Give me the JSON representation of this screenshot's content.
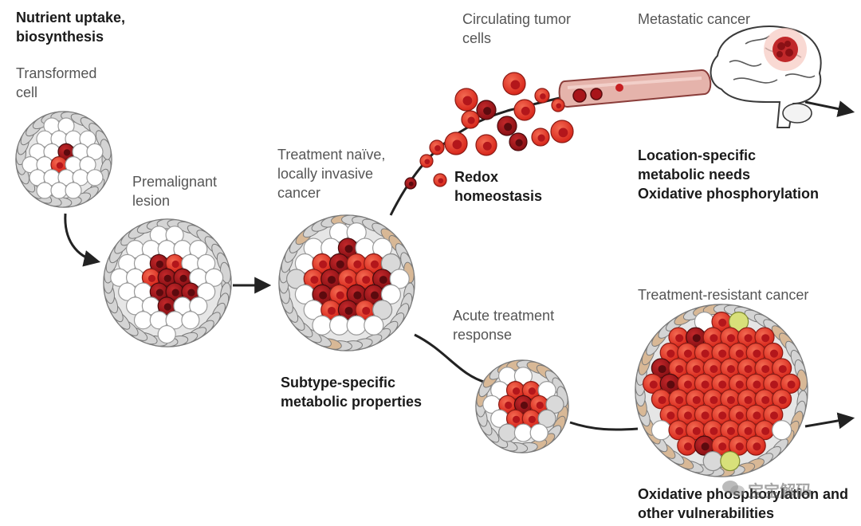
{
  "labels": {
    "nutrient": "Nutrient uptake,\nbiosynthesis",
    "transformed": "Transformed\ncell",
    "premalignant": "Premalignant\nlesion",
    "naive": "Treatment naïve,\nlocally invasive\ncancer",
    "subtype": "Subtype-specific\nmetabolic properties",
    "circulating": "Circulating tumor\ncells",
    "redox": "Redox\nhomeostasis",
    "metastatic": "Metastatic cancer",
    "location": "Location-specific\nmetabolic needs\nOxidative phosphorylation",
    "acute": "Acute treatment\nresponse",
    "resistant": "Treatment-resistant cancer",
    "oxidative": "Oxidative phosphorylation and\nother vulnerabilities",
    "watermark": "宝宝解码"
  },
  "colors": {
    "red": "#e0301e",
    "dark_red": "#a8141a",
    "white_cell": "#ffffff",
    "grey_cell": "#d9d9d9",
    "tan_cell": "#d8b896",
    "yellow_cell": "#d8e07a",
    "arrow": "#222222",
    "vessel": "#e2b0a8"
  }
}
